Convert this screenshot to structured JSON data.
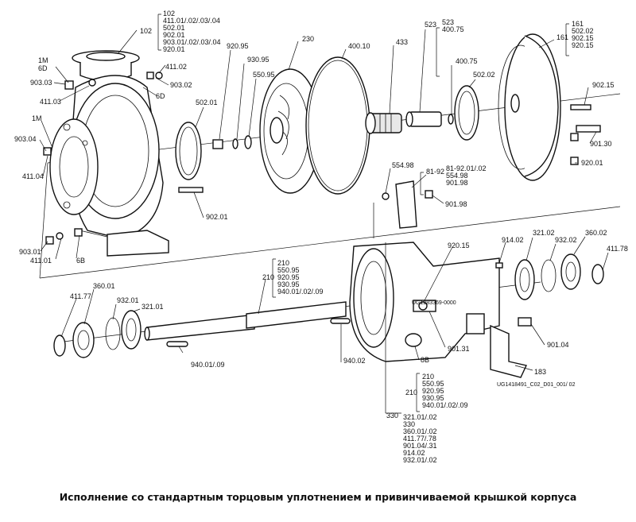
{
  "caption": "Исполнение со стандартным торцовым уплотнением и привинчиваемой крышкой корпуса",
  "labels": {
    "L102": "102",
    "L1M_a": "1M",
    "L6D_a": "6D",
    "L903_03": "903.03",
    "L411_03": "411.03",
    "L411_02": "411.02",
    "L903_02": "903.02",
    "L6D_b": "6D",
    "L1M_b": "1M",
    "L903_04": "903.04",
    "L411_04": "411.04",
    "L903_01": "903.01",
    "L411_01": "411.01",
    "L6B": "6B",
    "L920_95": "920.95",
    "L930_95": "930.95",
    "L550_95": "550.95",
    "L230": "230",
    "L400_10": "400.10",
    "L433": "433",
    "L523": "523",
    "L400_75a": "400.75",
    "L502_02": "502.02",
    "L161": "161",
    "L902_15": "902.15",
    "L901_30": "901.30",
    "L920_01": "920.01",
    "L502_01": "502.01",
    "L902_01": "902.01",
    "L554_98": "554.98",
    "L81_92": "81-92",
    "L901_98": "901.98",
    "L920_15": "920.15",
    "L914_02": "914.02",
    "L321_02": "321.02",
    "L932_02": "932.02",
    "L360_02": "360.02",
    "L411_78": "411.78",
    "L210a": "210",
    "L411_77": "411.77",
    "L360_01": "360.01",
    "L932_01": "932.01",
    "L321_01": "321.01",
    "L940_01": "940.01/.09",
    "L940_02": "940.02",
    "L901_31": "901.31",
    "L8B": "8B",
    "L901_04": "901.04",
    "L183": "183",
    "L330": "330",
    "L210b": "210",
    "serial": "UG1283369-0000",
    "drawing_id": "UG1418491_C02_D01_001/ 02"
  },
  "lists": {
    "list102": [
      "102",
      "411.01/.02/.03/.04",
      "502.01",
      "902.01",
      "903.01/.02/.03/.04",
      "920.01"
    ],
    "list523": [
      "523",
      "400.75"
    ],
    "list161": [
      "161",
      "502.02",
      "902.15",
      "920.15"
    ],
    "list81": [
      "81-92.01/.02",
      "554.98",
      "901.98"
    ],
    "list210a": [
      "210",
      "550.95",
      "920.95",
      "930.95",
      "940.01/.02/.09"
    ],
    "list210b": [
      "210",
      "550.95",
      "920.95",
      "930.95",
      "940.01/.02/.09"
    ],
    "list330": [
      "321.01/.02",
      "330",
      "360.01/.02",
      "411.77/.78",
      "901.04/.31",
      "914.02",
      "932.01/.02"
    ]
  }
}
